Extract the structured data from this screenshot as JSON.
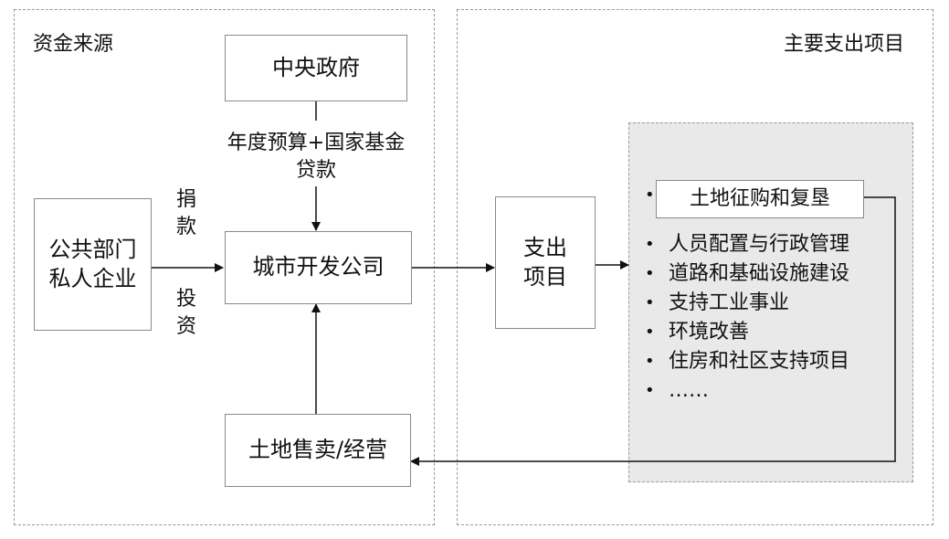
{
  "panels": {
    "sources_title": "资金来源",
    "expenses_title": "主要支出项目"
  },
  "nodes": {
    "central_gov": "中央政府",
    "public_private": [
      "公共部门",
      "私人企业"
    ],
    "urban_dev": "城市开发公司",
    "land_sales": "土地售卖/经营",
    "expense_items": [
      "支出",
      "项目"
    ]
  },
  "edge_labels": {
    "budget_line1": "年度预算+国家基金",
    "budget_line2": "贷款",
    "donate": [
      "捐",
      "款"
    ],
    "invest": [
      "投",
      "资"
    ]
  },
  "expense_list": {
    "first": "土地征购和复垦",
    "items": [
      "人员配置与行政管理",
      "道路和基础设施建设",
      "支持工业事业",
      "环境改善",
      "住房和社区支持项目",
      "……"
    ]
  }
}
